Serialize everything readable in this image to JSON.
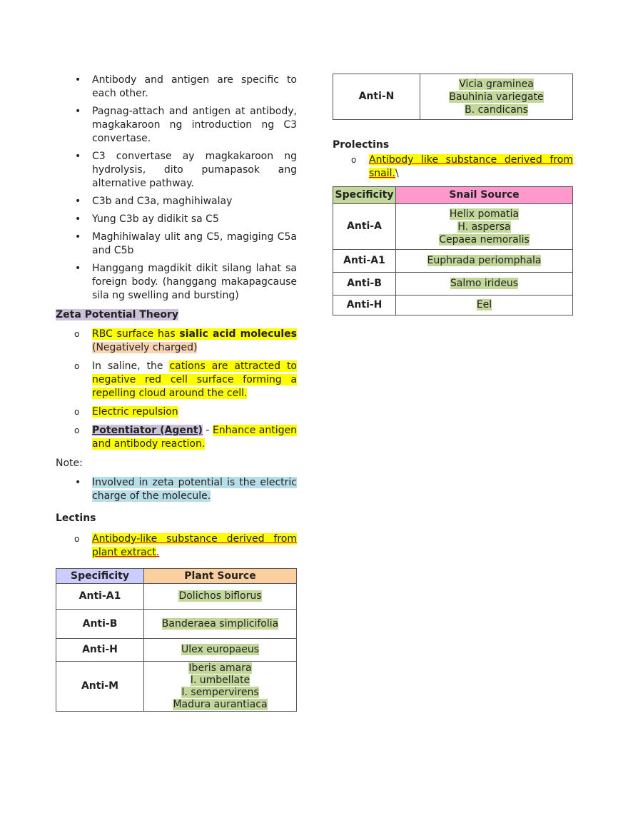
{
  "left": {
    "bullets": [
      "Antibody and antigen are specific to each other.",
      "Pagnag-attach and antigen at antibody, magkakaroon ng introduction ng C3 convertase.",
      "C3 convertase ay magkakaroon ng hydrolysis, dito pumapasok ang alternative pathway.",
      "C3b and C3a, maghihiwalay",
      "Yung C3b ay didikit sa C5",
      "Maghihiwalay ulit ang C5, magiging C5a and C5b",
      "Hanggang magdikit dikit silang lahat sa foreign body. (hanggang makapagcause sila ng swelling and bursting)"
    ],
    "zeta": {
      "heading": "Zeta Potential Theory",
      "item1_a": "RBC surface has ",
      "item1_b": "sialic acid molecules",
      "item1_c": "(Negatively charged)",
      "item2_a": "In saline, the ",
      "item2_b": "cations are attracted to negative red cell surface forming a repelling cloud around the cell.",
      "item3": "Electric repulsion",
      "item4_a": "Potentiator (Agent)",
      "item4_b": " - ",
      "item4_c": "Enhance antigen and antibody reaction."
    },
    "note_label": "Note:",
    "note_item": "Involved in zeta potential is the electric charge of the molecule.",
    "lectins": {
      "heading": "Lectins",
      "item_a": "Antibody-like substance derived from plant extract",
      "item_b": ".",
      "table": {
        "header_spec": "Specificity",
        "header_source": "Plant Source",
        "rows": [
          {
            "spec": "Anti-A1",
            "sources": [
              "Dolichos biflorus"
            ]
          },
          {
            "spec": "Anti-B",
            "sources": [
              "Banderaea simplicifolia"
            ]
          },
          {
            "spec": "Anti-H",
            "sources": [
              "Ulex europaeus"
            ]
          },
          {
            "spec": "Anti-M",
            "sources": [
              "Iberis amara",
              "I. umbellate",
              "I. sempervirens",
              "Madura aurantiaca"
            ]
          }
        ]
      }
    }
  },
  "right": {
    "antin_table": {
      "spec": "Anti-N",
      "sources": [
        "Vicia graminea",
        "Bauhinia variegate",
        "B. candicans"
      ]
    },
    "prolectins": {
      "heading": "Prolectins",
      "item_a": "Antibody like substance derived from snail.",
      "item_b": "\\",
      "table": {
        "header_spec": "Specificity",
        "header_source": "Snail Source",
        "rows": [
          {
            "spec": "Anti-A",
            "sources": [
              "Helix pomatia",
              "H. aspersa",
              "Cepaea nemoralis"
            ]
          },
          {
            "spec": "Anti-A1",
            "sources": [
              "Euphrada periomphala"
            ]
          },
          {
            "spec": "Anti-B",
            "sources": [
              "Salmo irideus"
            ]
          },
          {
            "spec": "Anti-H",
            "sources": [
              "Eel"
            ]
          }
        ]
      }
    }
  },
  "colors": {
    "yellow": "#ffff00",
    "orange": "#fbd4b4",
    "cyan": "#b7dde8",
    "green": "#c4d79b",
    "purple": "#ccc0da",
    "lectin_spec_header": "#ccccff",
    "lectin_source_header": "#fbcf9f",
    "snail_spec_header": "#c4d79b",
    "snail_source_header": "#ff99cc"
  }
}
